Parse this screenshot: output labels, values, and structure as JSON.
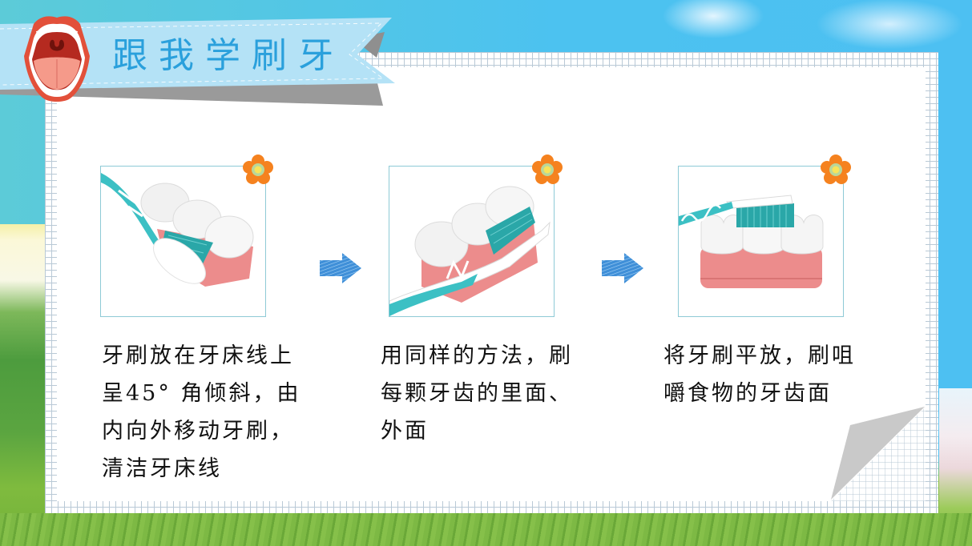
{
  "title": "跟我学刷牙",
  "header": {
    "icon": "open-mouth-icon"
  },
  "colors": {
    "title_text": "#2aa0dc",
    "ribbon": "#b4e2f6",
    "ribbon_shadow": "#9a9a9a",
    "grid_lines": "#b9c9d6",
    "image_border": "#8ecad6",
    "flower_petal": "#f5821f",
    "arrow": "#3f8fd8",
    "bristles": "#2aa7a8",
    "gum": "#ec8c8c",
    "sky": "#4cc2f0",
    "grass": "#7db944"
  },
  "steps": [
    {
      "image_icon": "toothbrush-45-degree-gumline-image",
      "flower_icon": "flower-icon",
      "lines": [
        "牙刷放在牙床线上",
        "呈45° 角倾斜，由",
        "内向外移动牙刷，",
        "清洁牙床线"
      ]
    },
    {
      "image_icon": "toothbrush-inner-outer-surface-image",
      "flower_icon": "flower-icon",
      "lines": [
        "用同样的方法，刷",
        "每颗牙齿的里面、",
        "外面"
      ]
    },
    {
      "image_icon": "toothbrush-chewing-surface-image",
      "flower_icon": "flower-icon",
      "lines": [
        "将牙刷平放，刷咀",
        "嚼食物的牙齿面"
      ]
    }
  ],
  "arrows": [
    "arrow-right-icon",
    "arrow-right-icon"
  ]
}
